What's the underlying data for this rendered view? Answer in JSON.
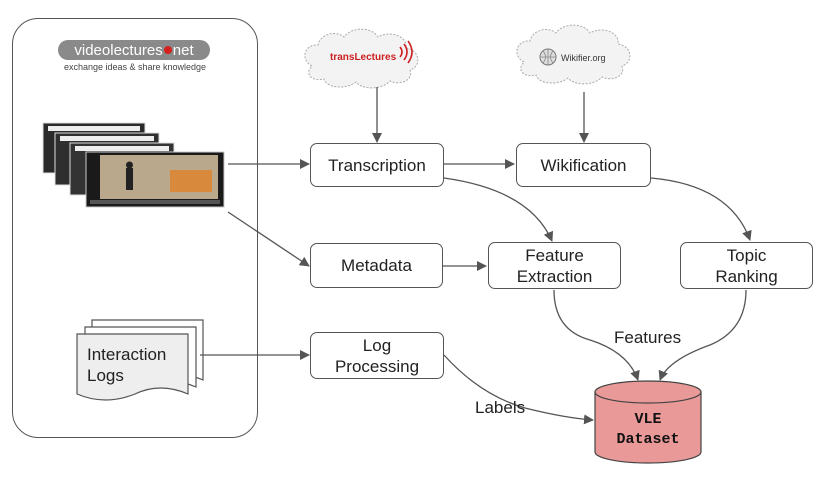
{
  "source": {
    "logo_text": "videolectures",
    "logo_suffix": "net",
    "tagline": "exchange ideas & share knowledge"
  },
  "clouds": {
    "translectures": "transLectures",
    "wikifier": "Wikifier.org"
  },
  "nodes": {
    "transcription": "Transcription",
    "wikification": "Wikification",
    "metadata": "Metadata",
    "feature_extraction": "Feature\nExtraction",
    "topic_ranking": "Topic\nRanking",
    "log_processing": "Log\nProcessing",
    "interaction_logs": "Interaction\nLogs",
    "dataset": "VLE\nDataset"
  },
  "edge_labels": {
    "features": "Features",
    "labels": "Labels"
  },
  "colors": {
    "dataset_fill": "#ea9999",
    "cloud_fill": "#f3f3f3",
    "translectures_red": "#cc1f1f"
  }
}
